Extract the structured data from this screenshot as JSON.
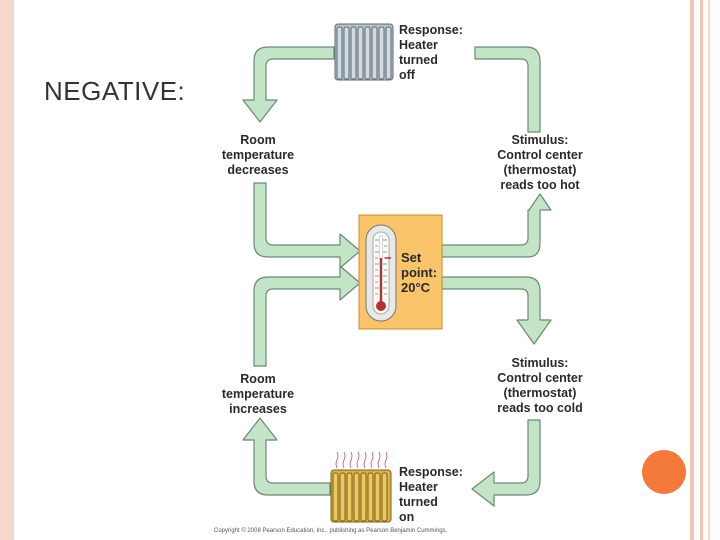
{
  "slide": {
    "title": "NEGATIVE:"
  },
  "diagram": {
    "response_off": [
      "Response:",
      "Heater",
      "turned",
      "off"
    ],
    "room_decreases": [
      "Room",
      "temperature",
      "decreases"
    ],
    "stimulus_hot": [
      "Stimulus:",
      "Control center",
      "(thermostat)",
      "reads too hot"
    ],
    "set_point": [
      "Set",
      "point:",
      "20°C"
    ],
    "room_increases": [
      "Room",
      "temperature",
      "increases"
    ],
    "stimulus_cold": [
      "Stimulus:",
      "Control center",
      "(thermostat)",
      "reads too cold"
    ],
    "response_on": [
      "Response:",
      "Heater",
      "turned",
      "on"
    ],
    "credit": "Copyright © 2008 Pearson Education, Inc., publishing as Pearson Benjamin Cummings."
  },
  "colors": {
    "arrow_fill": "#c4e4c8",
    "arrow_stroke": "#6b8a72",
    "setpoint_box": "#f9c46a",
    "accent_dot": "#f47a3c"
  }
}
